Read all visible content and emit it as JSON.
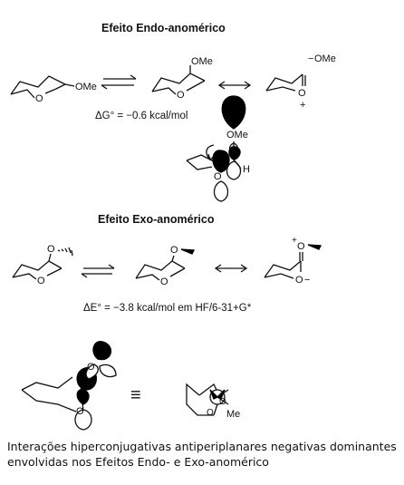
{
  "endo": {
    "title": "Efeito Endo-anomérico",
    "ome": "OMe",
    "ome_anion": "OMe",
    "neg": "−",
    "plus": "+",
    "o": "O",
    "h": "H",
    "delta_g": "ΔG° = −0.6 kcal/mol"
  },
  "exo": {
    "title": "Efeito Exo-anomérico",
    "o": "O",
    "minus": "−",
    "plus": "+",
    "delta_e": "ΔE° = −3.8 kcal/mol em HF/6-31+G*"
  },
  "bottom": {
    "o": "O",
    "me": "Me",
    "equiv": "≡"
  },
  "caption": "Interações hiperconjugativas antiperiplanares negativas dominantes envolvidas nos Efeitos Endo- e Exo-anomérico",
  "colors": {
    "ink": "#111111",
    "lobe": "#000000"
  }
}
